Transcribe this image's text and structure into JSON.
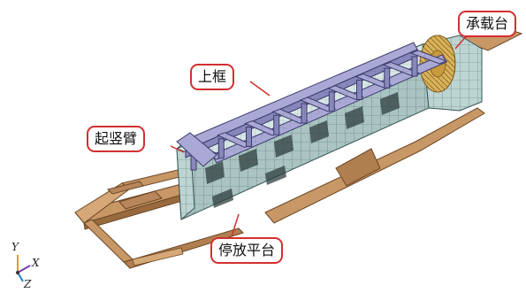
{
  "labels": {
    "upper_frame": "上框",
    "erector_arm": "起竖臂",
    "carrier_platform": "承载台",
    "parking_platform": "停放平台"
  },
  "axes": {
    "y": "Y",
    "x": "X",
    "z": "Z"
  },
  "colors": {
    "frame_top": "#aaa9d6",
    "frame_side": "#8988bd",
    "body_top": "#d8e7e6",
    "body_side": "#a9c4c2",
    "base": "#c89766",
    "base_dark": "#9a6a3f",
    "callout_border": "#d32f2f",
    "leader": "#d32f2f",
    "axis": "#d9a020"
  }
}
